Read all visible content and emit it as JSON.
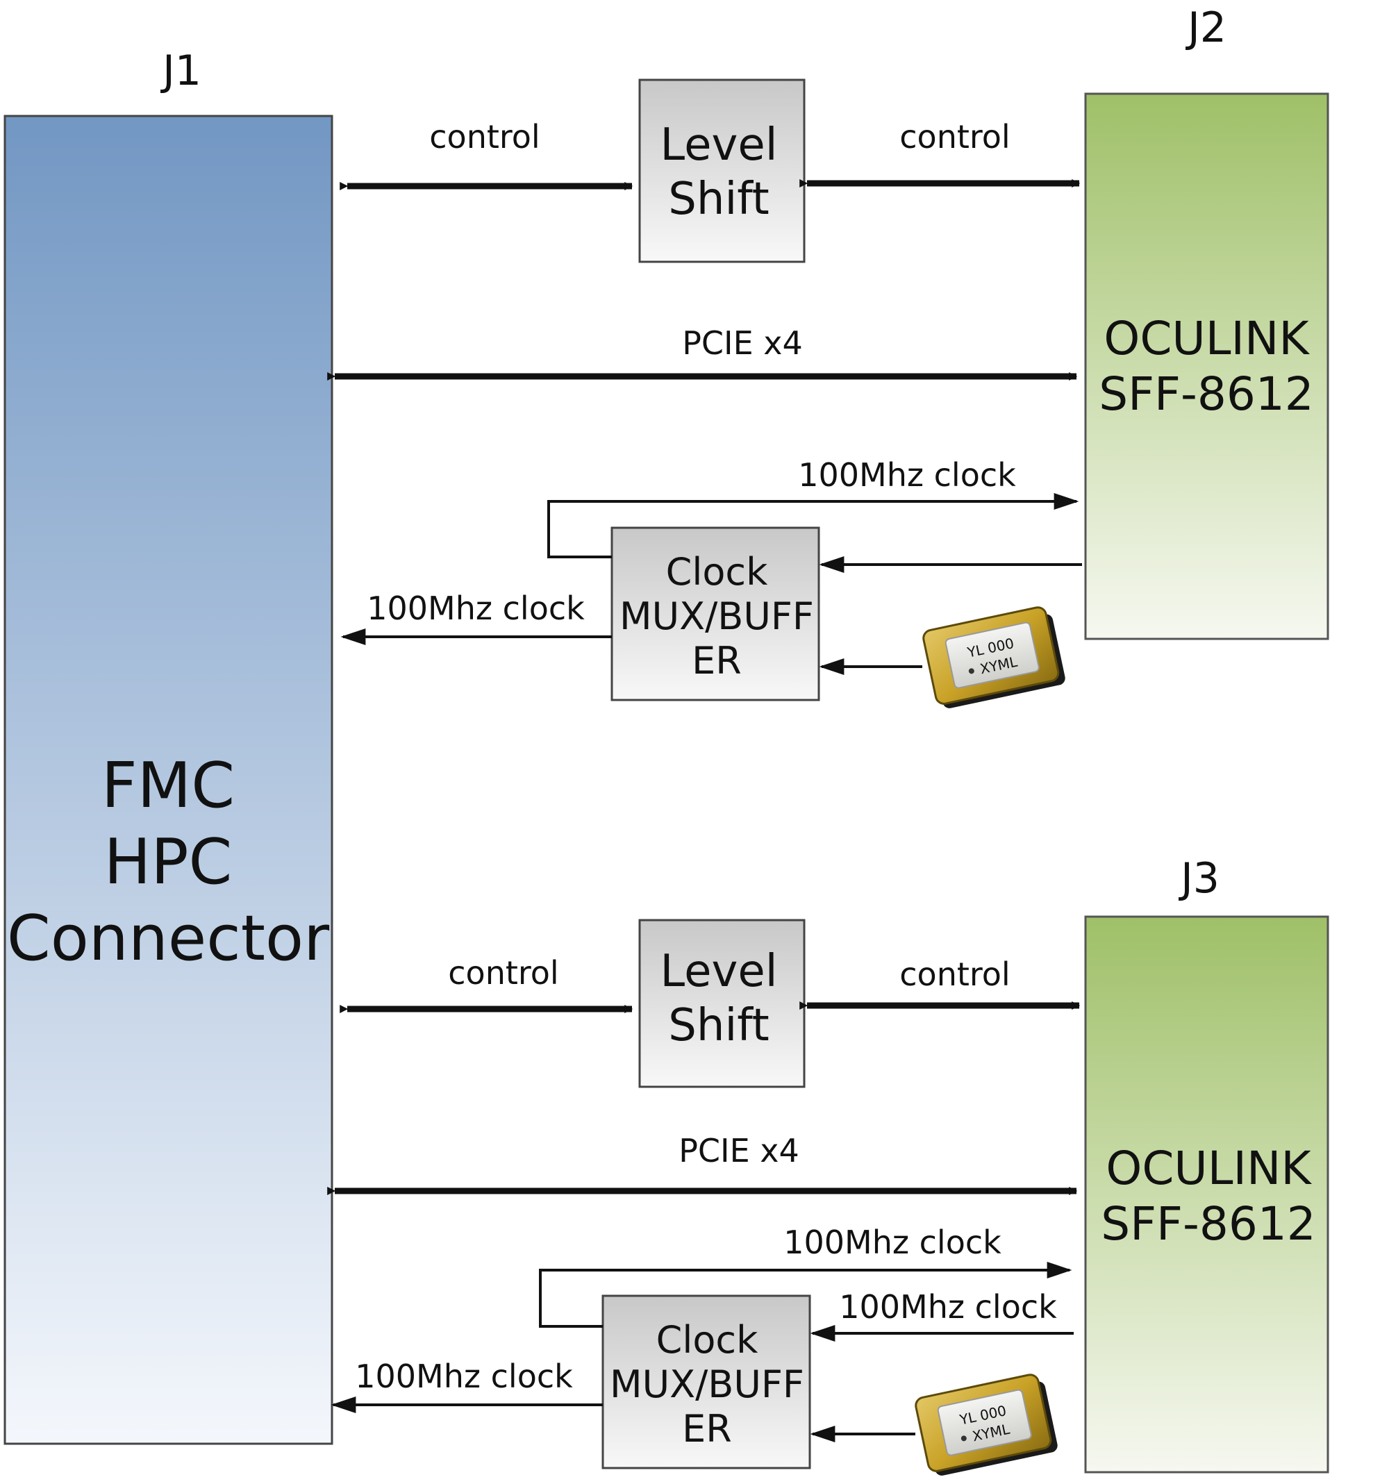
{
  "j1": {
    "ref": "J1",
    "lines": [
      "FMC",
      "HPC",
      "Connector"
    ],
    "gradient_top": "#7297c3",
    "gradient_bottom": "#f4f7fc"
  },
  "j2": {
    "ref": "J2",
    "lines": [
      "OCULINK",
      "SFF-8612"
    ],
    "gradient_top": "#9fc068",
    "gradient_bottom": "#f6f8f0"
  },
  "j3": {
    "ref": "J3",
    "lines": [
      "OCULINK",
      "SFF-8612"
    ],
    "gradient_top": "#9fc068",
    "gradient_bottom": "#f6f8f0"
  },
  "top": {
    "level_shift": [
      "Level",
      "Shift"
    ],
    "control_left": "control",
    "control_right": "control",
    "pcie": "PCIE x4",
    "clock_to_j2": "100Mhz clock",
    "clock_to_j1": "100Mhz clock",
    "clock_mux": [
      "Clock",
      "MUX/BUFF",
      "ER"
    ],
    "oscillator_marking": [
      "YL 000",
      "XYML"
    ]
  },
  "bottom": {
    "level_shift": [
      "Level",
      "Shift"
    ],
    "control_left": "control",
    "control_right": "control",
    "pcie": "PCIE x4",
    "clock_to_j3": "100Mhz clock",
    "clock_from_j3": "100Mhz clock",
    "clock_to_j1": "100Mhz clock",
    "clock_mux": [
      "Clock",
      "MUX/BUFF",
      "ER"
    ],
    "oscillator_marking": [
      "YL 000",
      "XYML"
    ]
  },
  "colors": {
    "box_fill_top": "#c8c8c8",
    "box_fill_bottom": "#f8f8f8",
    "line": "#111111",
    "oscillator_gold": "#c9a227"
  }
}
